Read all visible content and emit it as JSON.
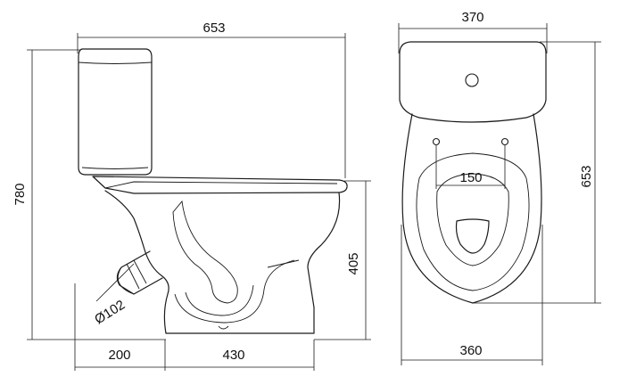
{
  "dimensions": {
    "side_total_width": "653",
    "side_total_height": "780",
    "side_bowl_height": "405",
    "outlet_diameter": "Ø102",
    "outlet_offset": "200",
    "base_depth": "430",
    "top_tank_width": "370",
    "top_total_length": "653",
    "top_bolt_spacing": "150",
    "top_base_width": "360"
  },
  "colors": {
    "line": "#1a1a1a",
    "background": "#ffffff"
  }
}
